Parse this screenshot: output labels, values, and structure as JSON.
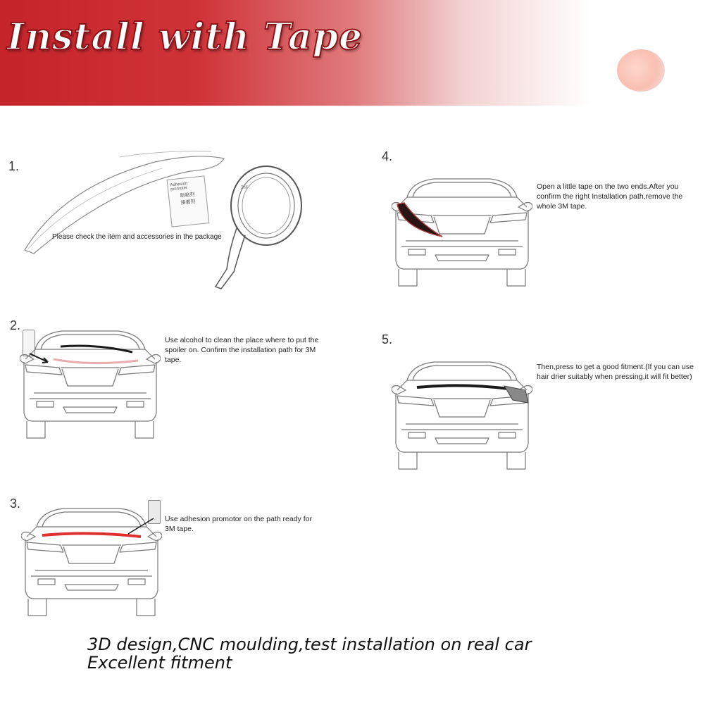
{
  "banner": {
    "title": "Install with Tape"
  },
  "steps": [
    {
      "number": "1.",
      "caption": "Please check  the item and accessories in the package",
      "package_label": "Adhesion promoter",
      "package_cn1": "助粘剂",
      "package_cn2": "接着剂",
      "tape_label": "3M"
    },
    {
      "number": "2.",
      "text": "Use alcohol to clean the place where to put the spoiler on. Confirm the installation path for 3M tape."
    },
    {
      "number": "3.",
      "text": "Use adhesion promotor on the path ready for 3M tape."
    },
    {
      "number": "4.",
      "text": "Open a little tape on the two ends.After you confirm the right Installation path,remove the whole 3M tape."
    },
    {
      "number": "5.",
      "text": "Then,press to get a good fitment.(If you can use hair drier suitably when pressing,it will fit better)"
    }
  ],
  "footer": {
    "line1": "3D design,CNC moulding,test installation on real car",
    "line2": "Excellent fitment"
  },
  "colors": {
    "banner_red": "#c4242a",
    "highlight_red": "#e03030",
    "spoiler_black": "#1a1a1a",
    "line_gray": "#777777"
  }
}
